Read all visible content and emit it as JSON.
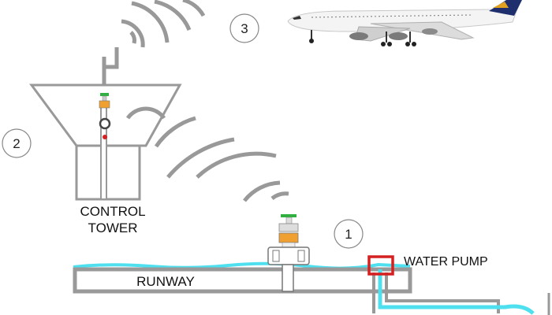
{
  "labels": {
    "control_tower_line1": "CONTROL",
    "control_tower_line2": "TOWER",
    "runway": "RUNWAY",
    "water_pump": "WATER PUMP"
  },
  "markers": {
    "one": "1",
    "two": "2",
    "three": "3"
  },
  "colors": {
    "structure_gray": "#999999",
    "water_cyan": "#4fe0f0",
    "pump_red": "#d42020",
    "sensor_orange": "#f0a030",
    "sensor_green": "#30b040",
    "aircraft_body": "#f4f4f4",
    "aircraft_tail": "#1f2f6e"
  },
  "icons": {
    "aircraft": "airplane-icon",
    "sensor": "level-sensor-icon",
    "pump": "water-pump-icon"
  }
}
